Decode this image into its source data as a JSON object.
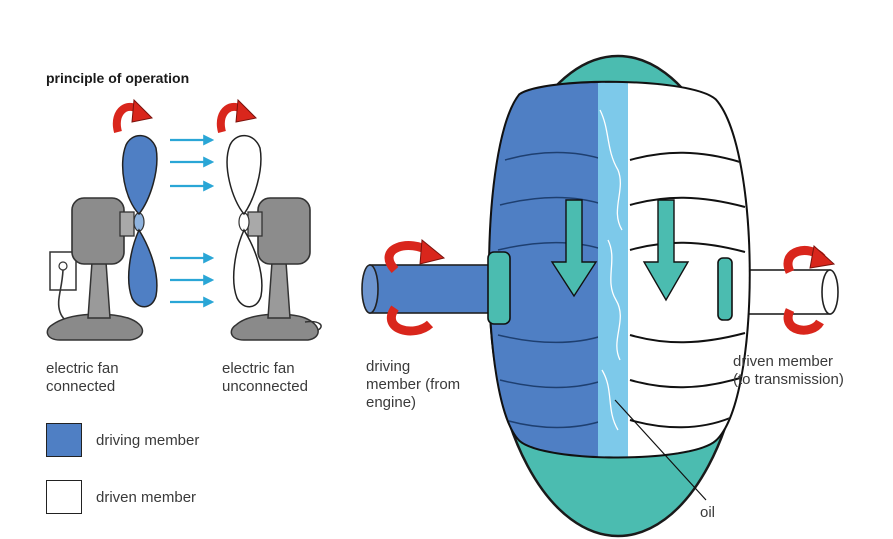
{
  "title": "principle of operation",
  "fan_left_label": "electric fan\nconnected",
  "fan_right_label": "electric fan\nunconnected",
  "driving_label": "driving\nmember (from\nengine)",
  "driven_label": "driven member\n(to transmission)",
  "oil_label": "oil",
  "legend": {
    "driving": "driving member",
    "driven": "driven member"
  },
  "colors": {
    "driving": "#4f7fc4",
    "driven": "#ffffff",
    "housing": "#4bbcb0",
    "arrow_red": "#d9261c",
    "flow_arrow": "#2aa6d6",
    "oil": "#7dc9ea",
    "fan_body": "#8a8a8a"
  }
}
